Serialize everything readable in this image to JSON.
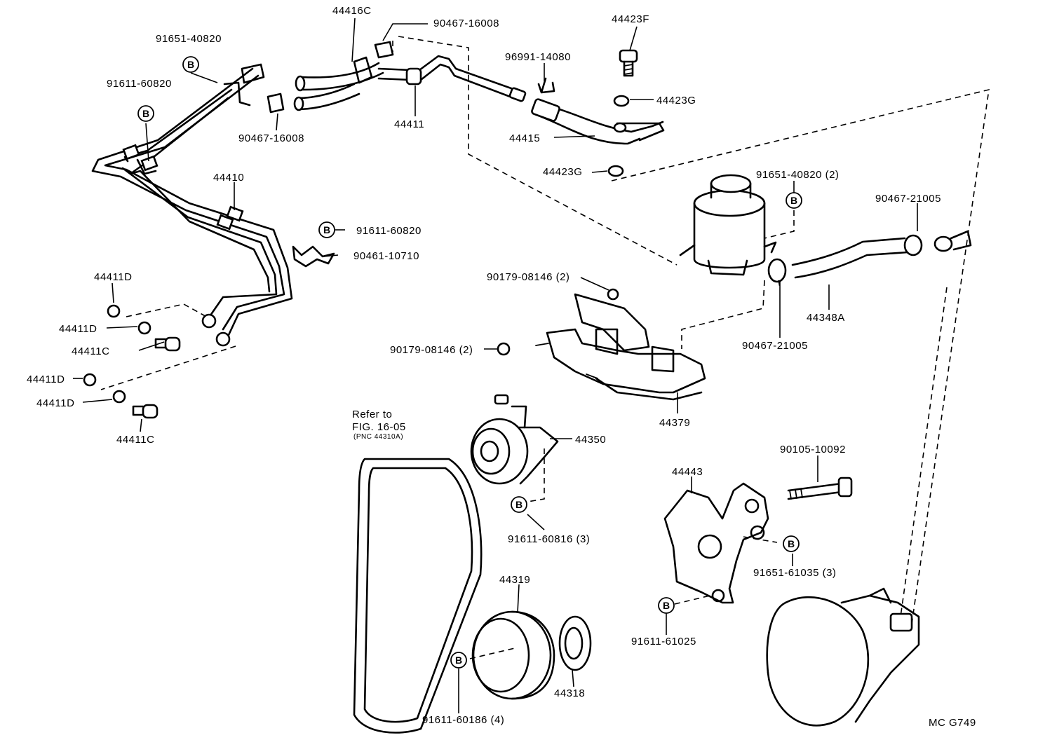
{
  "bolt_marker": "B",
  "labels": {
    "p44416C": "44416C",
    "p90467_16008_top": "90467-16008",
    "p44423F": "44423F",
    "p91651_40820": "91651-40820",
    "p96991_14080": "96991-14080",
    "p91611_60820_top": "91611-60820",
    "p44423G_a": "44423G",
    "p90467_16008_mid": "90467-16008",
    "p44411": "44411",
    "p44415": "44415",
    "p44423G_b": "44423G",
    "p91651_40820_2": "91651-40820 (2)",
    "p44410": "44410",
    "p90467_21005_right": "90467-21005",
    "p91611_60820_mid": "91611-60820",
    "p90461_10710": "90461-10710",
    "p44411D_1": "44411D",
    "p90179_08146_a": "90179-08146 (2)",
    "p44348A": "44348A",
    "p44411D_2": "44411D",
    "p44411C_1": "44411C",
    "p90467_21005_lower": "90467-21005",
    "p90179_08146_b": "90179-08146 (2)",
    "p44411D_3": "44411D",
    "p44411D_4": "44411D",
    "p44379": "44379",
    "p44411C_2": "44411C",
    "refer_line1": "Refer to",
    "refer_line2": "FIG. 16-05",
    "refer_line3": "(PNC 44310A)",
    "p44350": "44350",
    "p90105_10092": "90105-10092",
    "p44443": "44443",
    "p91611_60816": "91611-60816 (3)",
    "p91651_61035": "91651-61035 (3)",
    "p44319": "44319",
    "p91611_61025": "91611-61025",
    "p44318": "44318",
    "p91611_60186": "91611-60186 (4)",
    "fig_code": "MC G749"
  }
}
